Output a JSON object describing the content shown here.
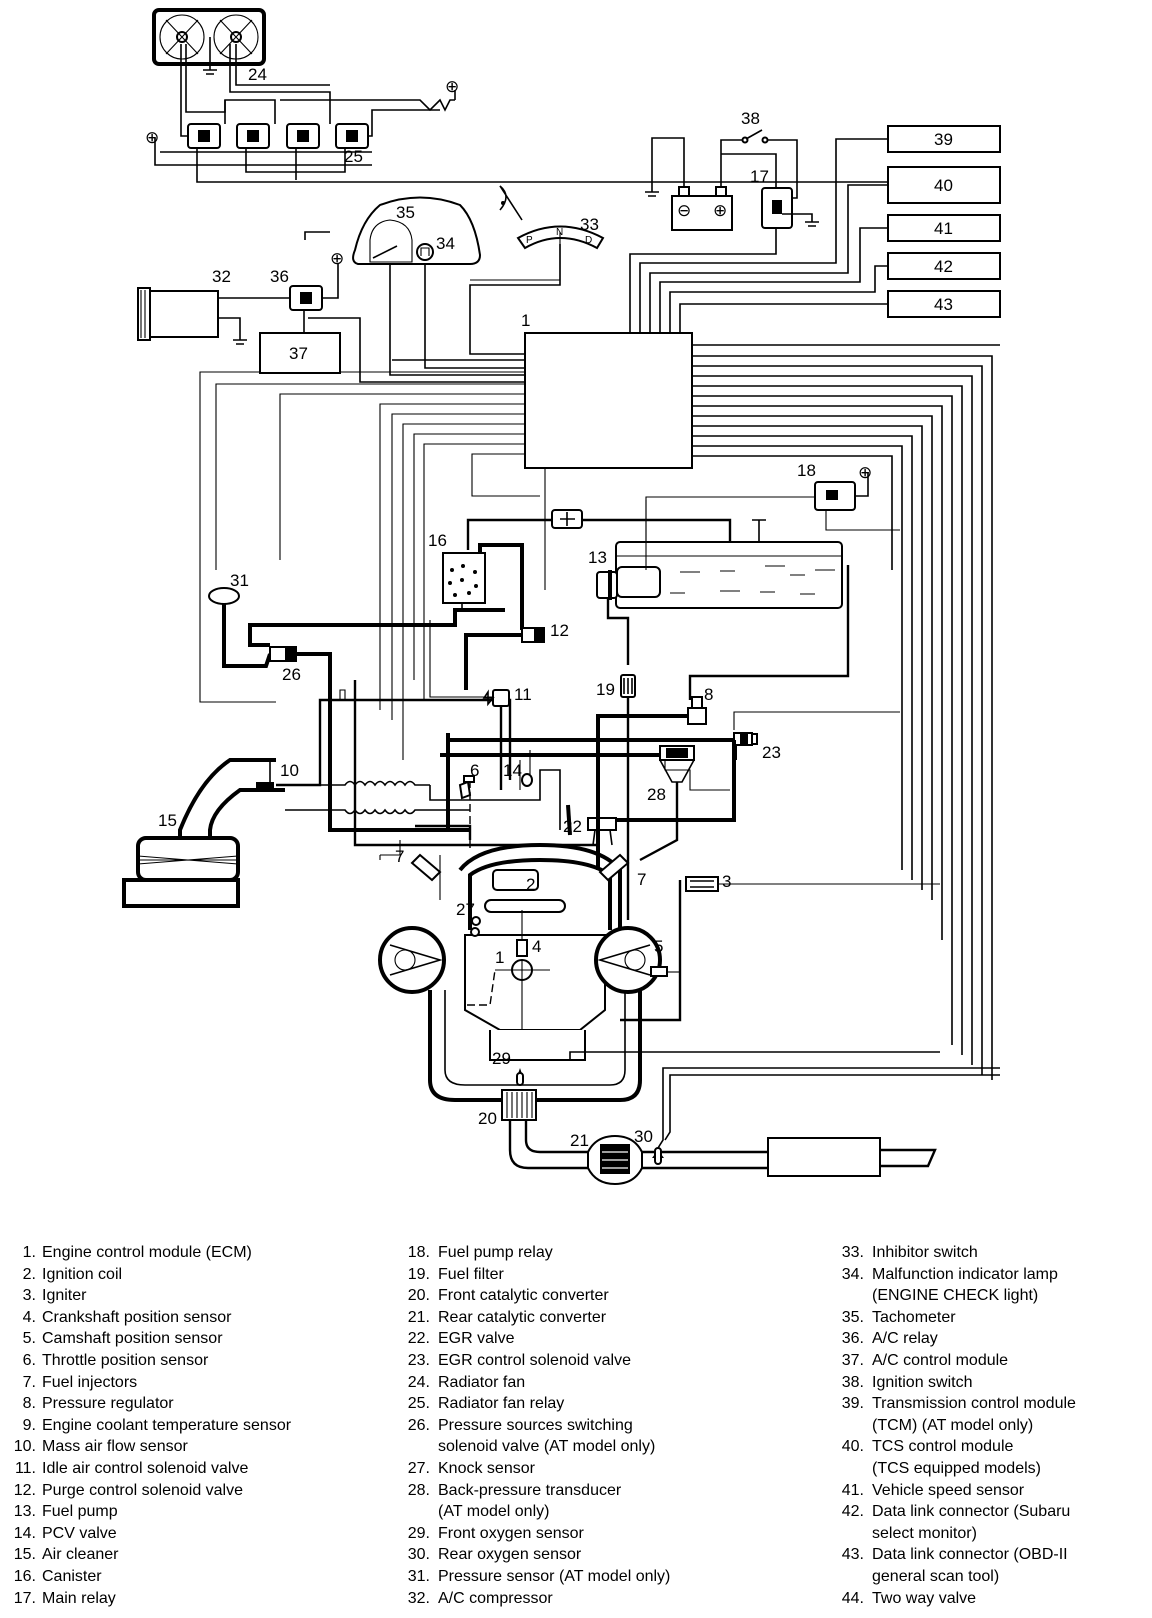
{
  "diagram": {
    "title": "Engine control system component location diagram",
    "callouts": {
      "c1": "1",
      "c2": "2",
      "c3": "3",
      "c4": "4",
      "c5": "5",
      "c6": "6",
      "c7a": "7",
      "c7b": "7",
      "c8": "8",
      "c10": "10",
      "c11": "11",
      "c12": "12",
      "c13": "13",
      "c14": "14",
      "c15": "15",
      "c16": "16",
      "c17": "17",
      "c18": "18",
      "c19": "19",
      "c20": "20",
      "c21": "21",
      "c22": "22",
      "c23": "23",
      "c24": "24",
      "c25": "25",
      "c26": "26",
      "c27": "27",
      "c28": "28",
      "c29": "29",
      "c30": "30",
      "c31": "31",
      "c32": "32",
      "c33": "33",
      "c34": "34",
      "c35": "35",
      "c36": "36",
      "c38": "38"
    },
    "boxes": {
      "b37": "37",
      "b39": "39",
      "b40": "40",
      "b41": "41",
      "b42": "42",
      "b43": "43"
    },
    "shift_positions": [
      "P",
      "N",
      "D"
    ],
    "symbols": {
      "battery_negative": "⊖",
      "battery_positive": "⊕",
      "power_supply": "⊕"
    }
  },
  "legend": {
    "columns": [
      [
        {
          "num": "1.",
          "text": "Engine control module (ECM)"
        },
        {
          "num": "2.",
          "text": "Ignition coil"
        },
        {
          "num": "3.",
          "text": "Igniter"
        },
        {
          "num": "4.",
          "text": "Crankshaft position sensor"
        },
        {
          "num": "5.",
          "text": "Camshaft position sensor"
        },
        {
          "num": "6.",
          "text": "Throttle position sensor"
        },
        {
          "num": "7.",
          "text": "Fuel injectors"
        },
        {
          "num": "8.",
          "text": "Pressure regulator"
        },
        {
          "num": "9.",
          "text": "Engine coolant temperature sensor"
        },
        {
          "num": "10.",
          "text": "Mass air flow sensor"
        },
        {
          "num": "11.",
          "text": "Idle air control solenoid valve"
        },
        {
          "num": "12.",
          "text": "Purge control solenoid valve"
        },
        {
          "num": "13.",
          "text": "Fuel pump"
        },
        {
          "num": "14.",
          "text": "PCV valve"
        },
        {
          "num": "15.",
          "text": "Air cleaner"
        },
        {
          "num": "16.",
          "text": "Canister"
        },
        {
          "num": "17.",
          "text": "Main relay"
        }
      ],
      [
        {
          "num": "18.",
          "text": "Fuel pump relay"
        },
        {
          "num": "19.",
          "text": "Fuel filter"
        },
        {
          "num": "20.",
          "text": "Front catalytic converter"
        },
        {
          "num": "21.",
          "text": "Rear catalytic converter"
        },
        {
          "num": "22.",
          "text": "EGR valve"
        },
        {
          "num": "23.",
          "text": "EGR control solenoid valve"
        },
        {
          "num": "24.",
          "text": "Radiator fan"
        },
        {
          "num": "25.",
          "text": "Radiator fan relay"
        },
        {
          "num": "26.",
          "text": "Pressure sources switching\nsolenoid valve (AT model only)"
        },
        {
          "num": "27.",
          "text": "Knock sensor"
        },
        {
          "num": "28.",
          "text": "Back-pressure transducer\n(AT model only)"
        },
        {
          "num": "29.",
          "text": "Front oxygen sensor"
        },
        {
          "num": "30.",
          "text": "Rear oxygen sensor"
        },
        {
          "num": "31.",
          "text": "Pressure sensor (AT model only)"
        },
        {
          "num": "32.",
          "text": "A/C compressor"
        }
      ],
      [
        {
          "num": "33.",
          "text": "Inhibitor switch"
        },
        {
          "num": "34.",
          "text": "Malfunction indicator lamp\n(ENGINE CHECK light)"
        },
        {
          "num": "35.",
          "text": "Tachometer"
        },
        {
          "num": "36.",
          "text": "A/C relay"
        },
        {
          "num": "37.",
          "text": "A/C control module"
        },
        {
          "num": "38.",
          "text": "Ignition switch"
        },
        {
          "num": "39.",
          "text": "Transmission control module\n(TCM) (AT model only)"
        },
        {
          "num": "40.",
          "text": "TCS control module\n(TCS equipped models)"
        },
        {
          "num": "41.",
          "text": "Vehicle speed sensor"
        },
        {
          "num": "42.",
          "text": "Data link connector (Subaru\nselect monitor)"
        },
        {
          "num": "43.",
          "text": "Data link connector (OBD-II\ngeneral scan tool)"
        },
        {
          "num": "44.",
          "text": "Two way valve"
        }
      ]
    ]
  }
}
